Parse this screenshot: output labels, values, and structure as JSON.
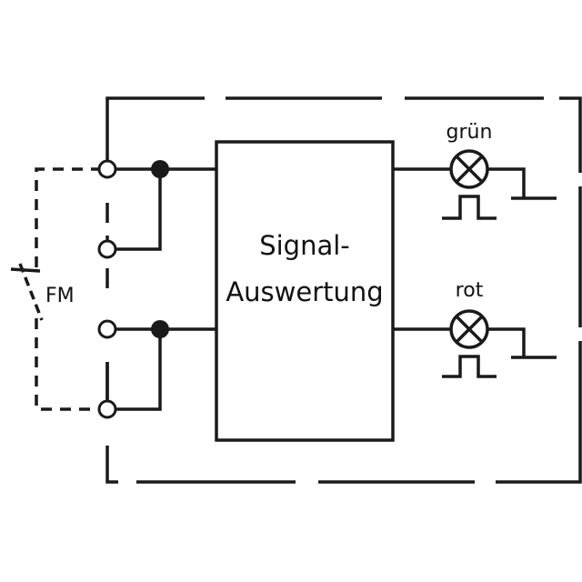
{
  "block": {
    "line1": "Signal-",
    "line2": "Auswertung"
  },
  "labels": {
    "fm": "FM",
    "gruen": "grün",
    "rot": "rot"
  },
  "colors": {
    "stroke": "#1a1a1a",
    "background": "#ffffff"
  }
}
